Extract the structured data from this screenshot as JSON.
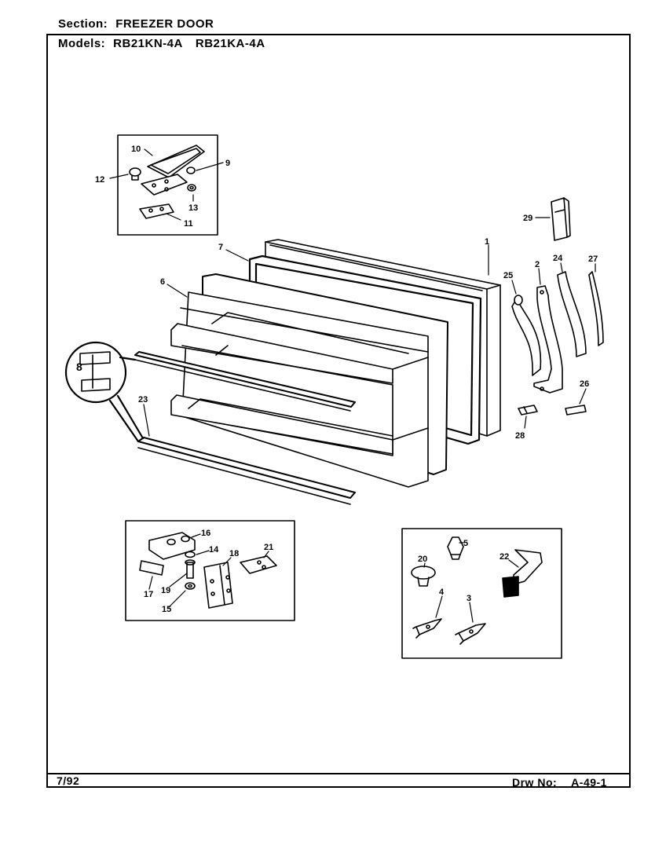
{
  "header": {
    "section_label": "Section:",
    "section_value": "FREEZER DOOR",
    "models_label": "Models:",
    "models": [
      "RB21KN-4A",
      "RB21KA-4A"
    ]
  },
  "footer": {
    "date": "7/92",
    "drawing_label": "Drw No:",
    "drawing_number": "A-49-1"
  },
  "parts": {
    "p1": "1",
    "p2": "2",
    "p3": "3",
    "p4": "4",
    "p5": "5",
    "p6": "6",
    "p7": "7",
    "p8": "8",
    "p9": "9",
    "p10": "10",
    "p11": "11",
    "p12": "12",
    "p13": "13",
    "p14": "14",
    "p15": "15",
    "p16": "16",
    "p17": "17",
    "p18": "18",
    "p19": "19",
    "p20": "20",
    "p21": "21",
    "p22": "22",
    "p23": "23",
    "p24": "24",
    "p25": "25",
    "p26": "26",
    "p27": "27",
    "p28": "28",
    "p29": "29"
  }
}
